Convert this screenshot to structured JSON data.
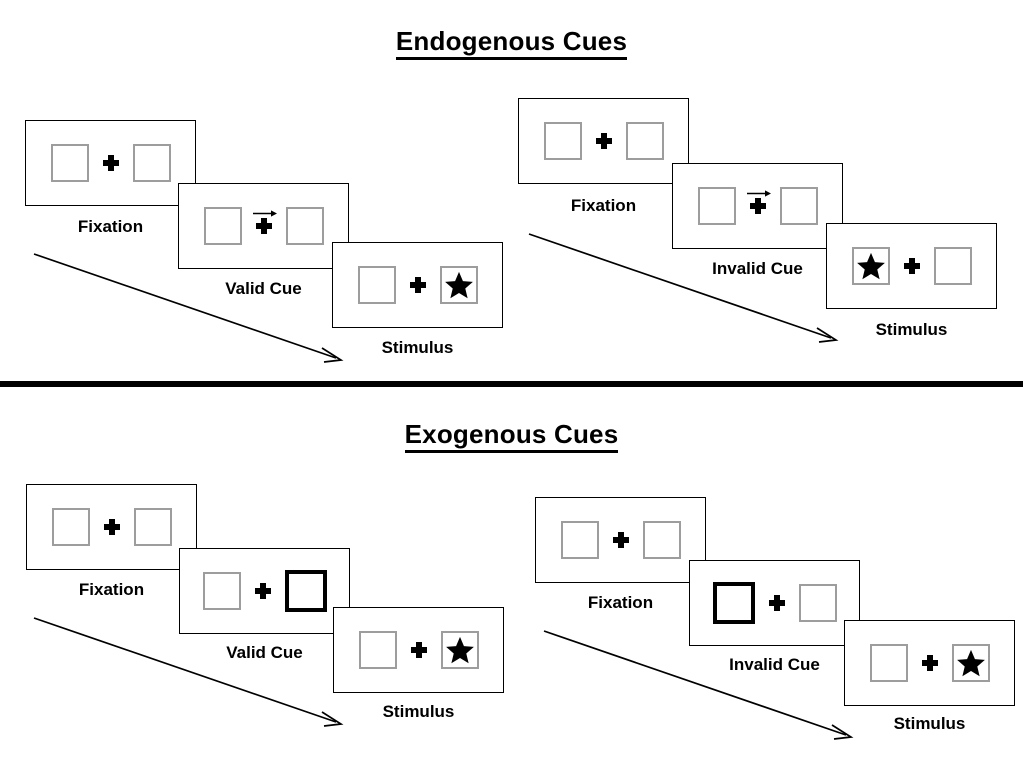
{
  "sections": [
    {
      "id": "endogenous",
      "title": "Endogenous Cues",
      "conditions": [
        {
          "id": "endogenous-valid",
          "cue_type": "arrow",
          "cue_label": "Valid Cue",
          "cue_direction": "right",
          "stimulus_side": "right",
          "steps": [
            {
              "name": "fixation",
              "label": "Fixation"
            },
            {
              "name": "cue",
              "label": "Valid Cue"
            },
            {
              "name": "stimulus",
              "label": "Stimulus"
            }
          ]
        },
        {
          "id": "endogenous-invalid",
          "cue_type": "arrow",
          "cue_label": "Invalid Cue",
          "cue_direction": "right",
          "stimulus_side": "left",
          "steps": [
            {
              "name": "fixation",
              "label": "Fixation"
            },
            {
              "name": "cue",
              "label": "Invalid Cue"
            },
            {
              "name": "stimulus",
              "label": "Stimulus"
            }
          ]
        }
      ]
    },
    {
      "id": "exogenous",
      "title": "Exogenous Cues",
      "conditions": [
        {
          "id": "exogenous-valid",
          "cue_type": "box",
          "cue_label": "Valid Cue",
          "cue_direction": "right",
          "stimulus_side": "right",
          "steps": [
            {
              "name": "fixation",
              "label": "Fixation"
            },
            {
              "name": "cue",
              "label": "Valid Cue"
            },
            {
              "name": "stimulus",
              "label": "Stimulus"
            }
          ]
        },
        {
          "id": "exogenous-invalid",
          "cue_type": "box",
          "cue_label": "Invalid Cue",
          "cue_direction": "left",
          "stimulus_side": "right",
          "steps": [
            {
              "name": "fixation",
              "label": "Fixation"
            },
            {
              "name": "cue",
              "label": "Invalid Cue"
            },
            {
              "name": "stimulus",
              "label": "Stimulus"
            }
          ]
        }
      ]
    }
  ],
  "labels": {
    "endogenous_title": "Endogenous Cues",
    "exogenous_title": "Exogenous Cues",
    "fixation": "Fixation",
    "valid_cue": "Valid Cue",
    "invalid_cue": "Invalid Cue",
    "stimulus": "Stimulus"
  },
  "icons": {
    "fixation_cross": "fixation-cross-icon",
    "arrow_cue": "arrow-cue-right-icon",
    "star": "star-stimulus-icon",
    "time_arrow": "time-arrow-icon"
  },
  "colors": {
    "frame_border": "#000000",
    "placeholder_border": "#9d9d9d",
    "cue_border": "#000000",
    "stimulus_fill": "#000000",
    "background": "#ffffff"
  }
}
